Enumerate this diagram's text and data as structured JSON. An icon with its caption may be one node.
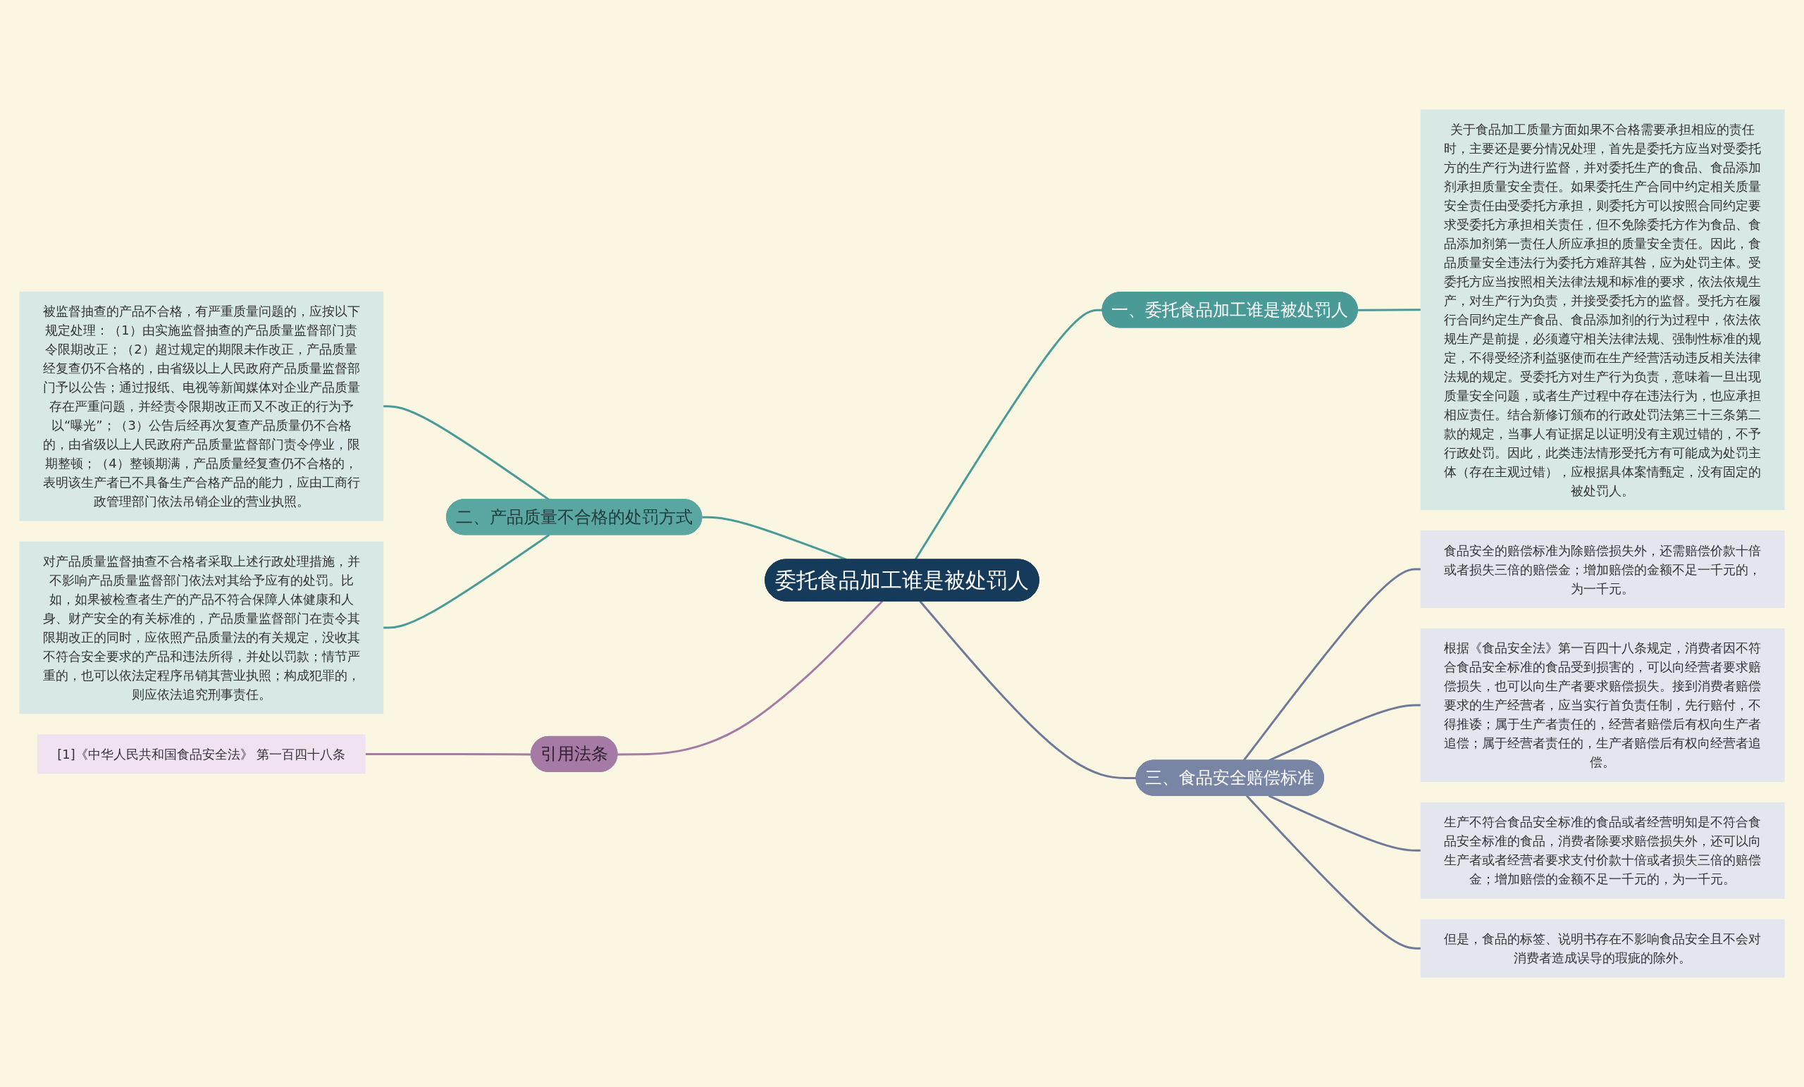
{
  "diagram": {
    "nodes": [
      {
        "text": [
          "委托食品加工谁是被处罚人"
        ]
      },
      {
        "text": [
          "一、委托食品加工谁是被处罚人"
        ]
      },
      {
        "text": [
          "关于食品加工质量方面如果不合格需要承担相应的责任时，主要还是要分情况处理，首先是委托方应当对受委托方的生产行为进行监督，并对委托生产的食品、食品添加剂承担质量安全责任。如果委托生产合同中约定相关质量安全责任由受委托方承担，则委托方可以按照合同约定要求受委托方承担相关责任，但不免除委托方作为食品、食品添加剂第一责任人所应承担的质量安全责任。因此，食品质量安全违法行为委托方难辞其咎，应为处罚主体。受委托方应当按照相关法律法规和标准的要求，依法依规生产，对生产行为负责，并接受委托方的监督。受托方在履行合同约定生产食品、食品添加剂的行为过程中，依法依规生产是前提，必须遵守相关法律法规、强制性标准的规定，不得受经济利益驱使而在生产经营活动违反相关法律法规的规定。受委托方对生产行为负责，意味着一旦出现质量安全问题，或者生产过程中存在违法行为，也应承担相应责任。结合新修订颁布的行政处罚法第三十三条第二款的规定，当事人有证据足以证明没有主观过错的，不予行政处罚。因此，此类违法情形受托方有可能成为处罚主体（存在主观过错），应根据具体案情甄定，没有固定的被处罚人。"
        ]
      },
      {
        "text": [
          "二、产品质量不合格的处罚方式"
        ]
      },
      {
        "text": [
          "被监督抽查的产品不合格，有严重质量问题的，应按以下规定处理：（1）由实施监督抽查的产品质量监督部门责令限期改正；（2）超过规定的期限未作改正，产品质量经复查仍不合格的，由省级以上人民政府产品质量监督部门予以公告；通过报纸、电视等新闻媒体对企业产品质量存在严重问题，并经责令限期改正而又不改正的行为予以“曝光”；（3）公告后经再次复查产品质量仍不合格的，由省级以上人民政府产品质量监督部门责令停业，限期整顿；（4）整顿期满，产品质量经复查仍不合格的，表明该生产者已不具备生产合格产品的能力，应由工商行政管理部门依法吊销企业的营业执照。"
        ]
      },
      {
        "text": [
          "对产品质量监督抽查不合格者采取上述行政处理措施，并不影响产品质量监督部门依法对其给予应有的处罚。比如，如果被检查者生产的产品不符合保障人体健康和人身、财产安全的有关标准的，产品质量监督部门在责令其限期改正的同时，应依照产品质量法的有关规定，没收其不符合安全要求的产品和违法所得，并处以罚款；情节严重的，也可以依法定程序吊销其营业执照；构成犯罪的，则应依法追究刑事责任。"
        ]
      },
      {
        "text": [
          "引用法条"
        ]
      },
      {
        "text": [
          "[1]《中华人民共和国食品安全法》 第一百四十八条"
        ]
      },
      {
        "text": [
          "三、食品安全赔偿标准"
        ]
      },
      {
        "text": [
          "食品安全的赔偿标准为除赔偿损失外，还需赔偿价款十倍或者损失三倍的赔偿金；增加赔偿的金额不足一千元的，为一千元。"
        ]
      },
      {
        "text": [
          "根据《食品安全法》第一百四十八条规定，消费者因不符合食品安全标准的食品受到损害的，可以向经营者要求赔偿损失，也可以向生产者要求赔偿损失。接到消费者赔偿要求的生产经营者，应当实行首负责任制，先行赔付，不得推诿；属于生产者责任的，经营者赔偿后有权向生产者追偿；属于经营者责任的，生产者赔偿后有权向经营者追偿。"
        ]
      },
      {
        "text": [
          "生产不符合食品安全标准的食品或者经营明知是不符合食品安全标准的食品，消费者除要求赔偿损失外，还可以向生产者或者经营者要求支付价款十倍或者损失三倍的赔偿金；增加赔偿的金额不足一千元的，为一千元。"
        ]
      },
      {
        "text": [
          "但是，食品的标签、说明书存在不影响食品安全且不会对消费者造成误导的瑕疵的除外。"
        ]
      }
    ],
    "edges": [
      {
        "from": 0,
        "to": 1,
        "arrow": "none"
      },
      {
        "from": 1,
        "to": 2,
        "arrow": "none"
      },
      {
        "from": 3,
        "to": 0,
        "arrow": "none"
      },
      {
        "from": 4,
        "to": 3,
        "arrow": "none"
      },
      {
        "from": 5,
        "to": 3,
        "arrow": "none"
      },
      {
        "from": 6,
        "to": 0,
        "arrow": "none",
        "color": "#a57ba6"
      },
      {
        "from": 7,
        "to": 6,
        "arrow": "none",
        "color": "#a57ba6"
      },
      {
        "from": 0,
        "to": 8,
        "arrow": "none",
        "color": "#6f7a9a"
      },
      {
        "from": 8,
        "to": 9,
        "arrow": "none",
        "color": "#6f7a9a"
      },
      {
        "from": 8,
        "to": 10,
        "arrow": "none",
        "color": "#6f7a9a"
      },
      {
        "from": 8,
        "to": 11,
        "arrow": "none",
        "color": "#6f7a9a"
      },
      {
        "from": 8,
        "to": 12,
        "arrow": "none",
        "color": "#6f7a9a"
      }
    ]
  }
}
